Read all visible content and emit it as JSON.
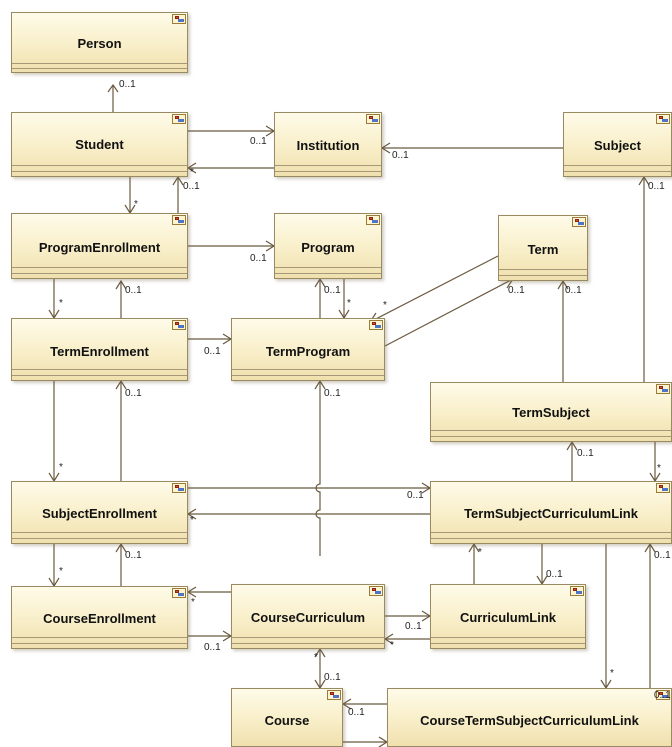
{
  "classes": {
    "person": "Person",
    "student": "Student",
    "institution": "Institution",
    "subject": "Subject",
    "program_enrollment": "ProgramEnrollment",
    "program": "Program",
    "term": "Term",
    "term_enrollment": "TermEnrollment",
    "term_program": "TermProgram",
    "term_subject": "TermSubject",
    "subject_enrollment": "SubjectEnrollment",
    "term_subject_curriculum_link": "TermSubjectCurriculumLink",
    "course_enrollment": "CourseEnrollment",
    "course_curriculum": "CourseCurriculum",
    "curriculum_link": "CurriculumLink",
    "course": "Course",
    "course_term_subject_curriculum_link": "CourseTermSubjectCurriculumLink"
  },
  "multiplicities": {
    "zero_one": "0..1",
    "many": "*"
  },
  "colors": {
    "class_fill_top": "#fefbe9",
    "class_fill_bottom": "#efe0ae",
    "class_border": "#9a8a62",
    "connector": "#6a5a40"
  }
}
